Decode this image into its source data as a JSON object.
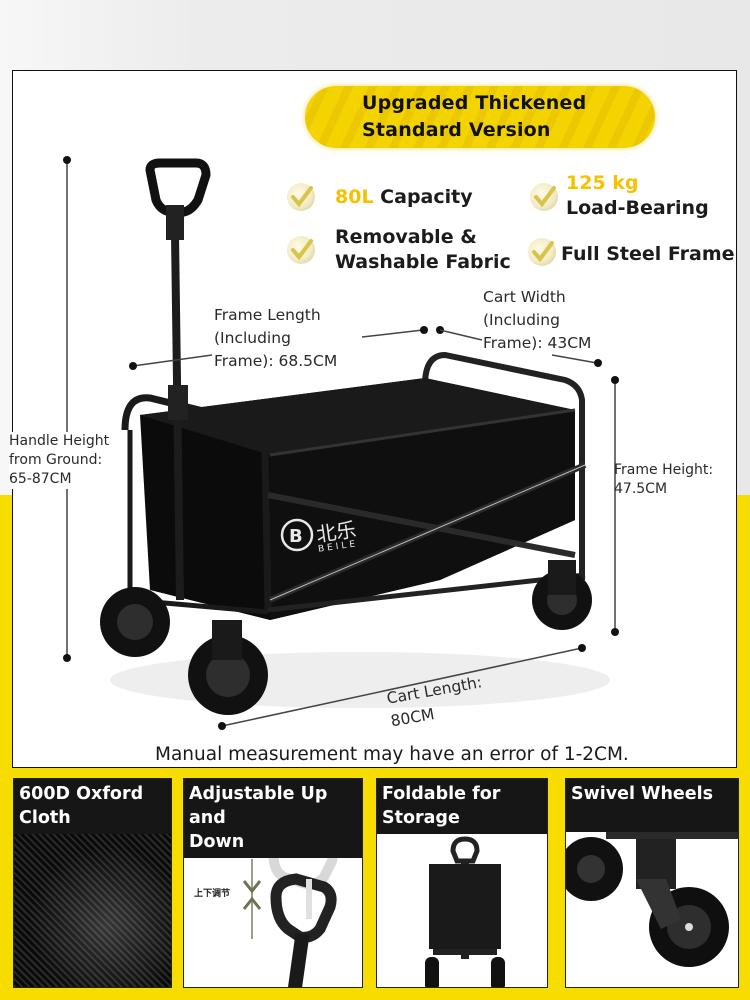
{
  "badge": {
    "line1": "Upgraded Thickened",
    "line2": "Standard Version"
  },
  "features": [
    {
      "highlight": "80L",
      "text": " Capacity"
    },
    {
      "highlight": "125 kg",
      "text": "Load-Bearing"
    },
    {
      "line1": "Removable &",
      "line2": "Washable Fabric"
    },
    {
      "text": "Full Steel Frame"
    }
  ],
  "dimensions": {
    "frame_length": [
      "Frame Length",
      "(Including",
      "Frame): 68.5CM"
    ],
    "cart_width": [
      "Cart Width",
      "(Including",
      "Frame): 43CM"
    ],
    "handle_height": [
      "Handle Height",
      "from Ground:",
      "65-87CM"
    ],
    "frame_height": [
      "Frame Height:",
      "47.5CM"
    ],
    "cart_length": [
      "Cart Length:",
      "80CM"
    ]
  },
  "brand": {
    "cn": "北乐",
    "en": "BEILE"
  },
  "note": "Manual measurement may have an error of 1-2CM.",
  "tiles": [
    {
      "title_line1": "600D Oxford",
      "title_line2": "Cloth"
    },
    {
      "title_line1": "Adjustable Up and",
      "title_line2": "Down",
      "annotation": "上下调节"
    },
    {
      "title_line1": "Foldable for",
      "title_line2": "Storage"
    },
    {
      "title_line1": "Swivel Wheels"
    }
  ],
  "colors": {
    "accent_yellow": "#f7dc00",
    "highlight": "#f4c200",
    "dark": "#161616"
  }
}
